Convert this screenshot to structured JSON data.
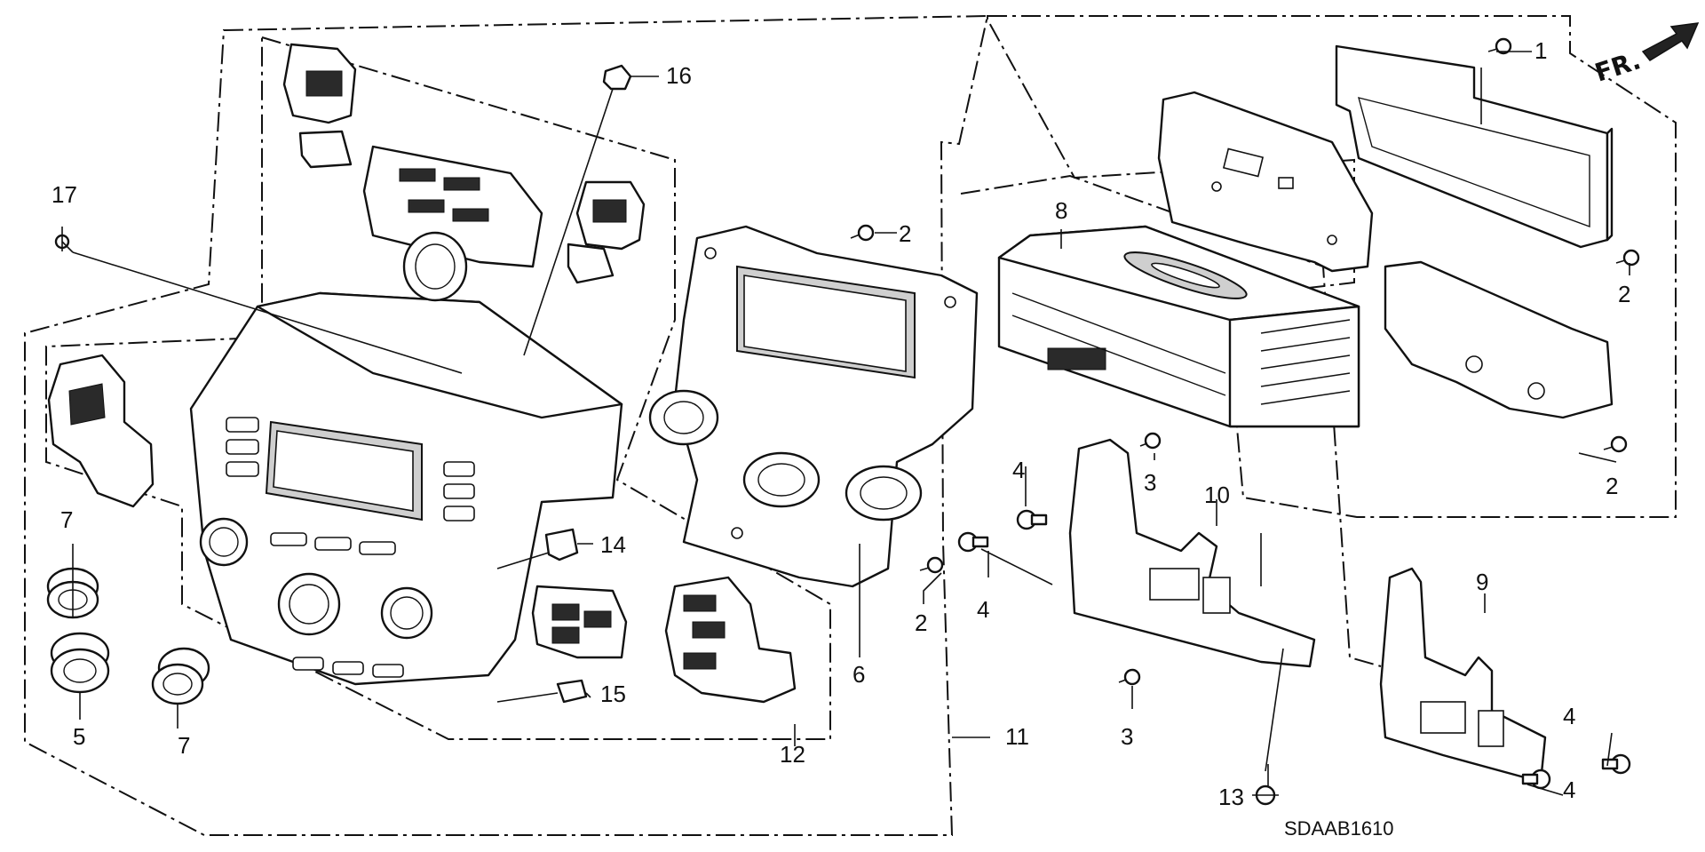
{
  "diagram_code": "SDAAB1610",
  "direction_label": "FR.",
  "callouts": [
    {
      "id": "c1",
      "label": "1",
      "part": "rear bracket"
    },
    {
      "id": "c2a",
      "label": "2",
      "part": "screw"
    },
    {
      "id": "c2b",
      "label": "2",
      "part": "screw"
    },
    {
      "id": "c2c",
      "label": "2",
      "part": "screw"
    },
    {
      "id": "c2d",
      "label": "2",
      "part": "screw"
    },
    {
      "id": "c3a",
      "label": "3",
      "part": "screw"
    },
    {
      "id": "c3b",
      "label": "3",
      "part": "screw"
    },
    {
      "id": "c4a",
      "label": "4",
      "part": "bolt"
    },
    {
      "id": "c4b",
      "label": "4",
      "part": "bolt"
    },
    {
      "id": "c4c",
      "label": "4",
      "part": "bolt"
    },
    {
      "id": "c4d",
      "label": "4",
      "part": "bolt"
    },
    {
      "id": "c5",
      "label": "5",
      "part": "knob"
    },
    {
      "id": "c6",
      "label": "6",
      "part": "control panel circuit"
    },
    {
      "id": "c7a",
      "label": "7",
      "part": "knob"
    },
    {
      "id": "c7b",
      "label": "7",
      "part": "knob"
    },
    {
      "id": "c8",
      "label": "8",
      "part": "audio unit"
    },
    {
      "id": "c9",
      "label": "9",
      "part": "bracket"
    },
    {
      "id": "c10",
      "label": "10",
      "part": "bracket"
    },
    {
      "id": "c11",
      "label": "11",
      "part": "audio panel assembly"
    },
    {
      "id": "c12",
      "label": "12",
      "part": "switch assembly"
    },
    {
      "id": "c13",
      "label": "13",
      "part": "bolt"
    },
    {
      "id": "c14",
      "label": "14",
      "part": "clip"
    },
    {
      "id": "c15",
      "label": "15",
      "part": "clip"
    },
    {
      "id": "c16",
      "label": "16",
      "part": "clip"
    },
    {
      "id": "c17",
      "label": "17",
      "part": "screw"
    }
  ]
}
